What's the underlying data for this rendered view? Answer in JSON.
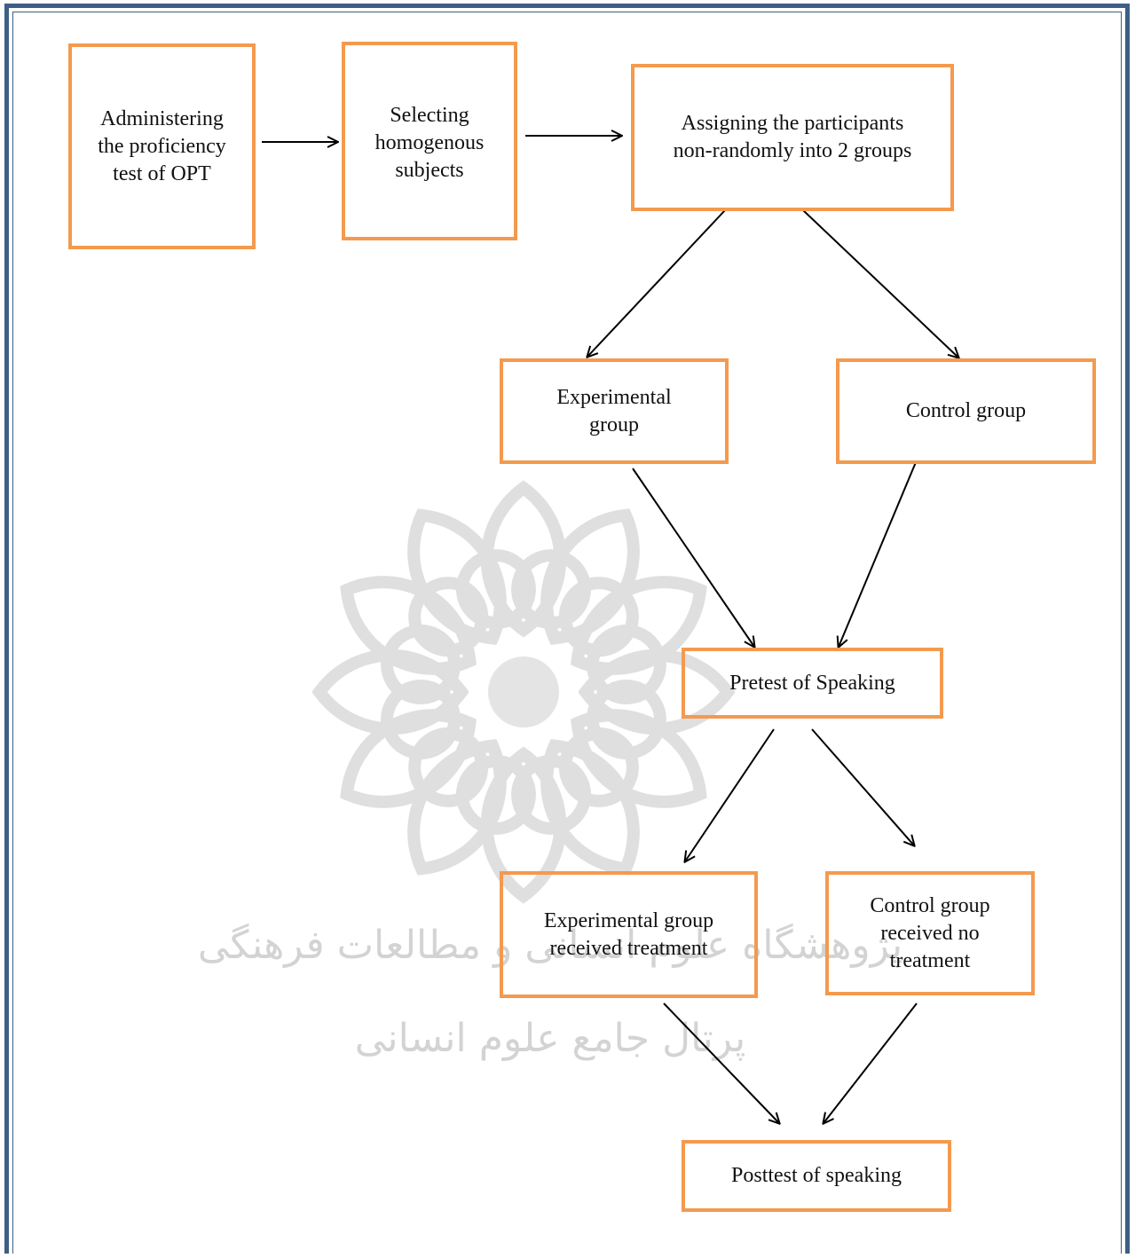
{
  "diagram": {
    "nodes": {
      "administer": "Administering\nthe proficiency\ntest of OPT",
      "select": "Selecting\nhomogenous\nsubjects",
      "assign": "Assigning the participants\nnon-randomly into 2 groups",
      "experimental": "Experimental\ngroup",
      "control": "Control group",
      "pretest": "Pretest of Speaking",
      "exp_treatment": "Experimental group\nreceived treatment",
      "ctrl_no_treatment": "Control group\nreceived no\ntreatment",
      "posttest": "Posttest of speaking"
    },
    "edges": [
      [
        "administer",
        "select"
      ],
      [
        "select",
        "assign"
      ],
      [
        "assign",
        "experimental"
      ],
      [
        "assign",
        "control"
      ],
      [
        "experimental",
        "pretest"
      ],
      [
        "control",
        "pretest"
      ],
      [
        "pretest",
        "exp_treatment"
      ],
      [
        "pretest",
        "ctrl_no_treatment"
      ],
      [
        "exp_treatment",
        "posttest"
      ],
      [
        "ctrl_no_treatment",
        "posttest"
      ]
    ],
    "colors": {
      "box_border": "#f39a4f",
      "frame": "#3d5f86",
      "arrow": "#000000",
      "watermark": "#d9d9d9"
    },
    "watermark": {
      "line1": "پژوهشگاه علوم انسانی و مطالعات فرهنگی",
      "line2": "پرتال جامع علوم انسانی"
    }
  }
}
